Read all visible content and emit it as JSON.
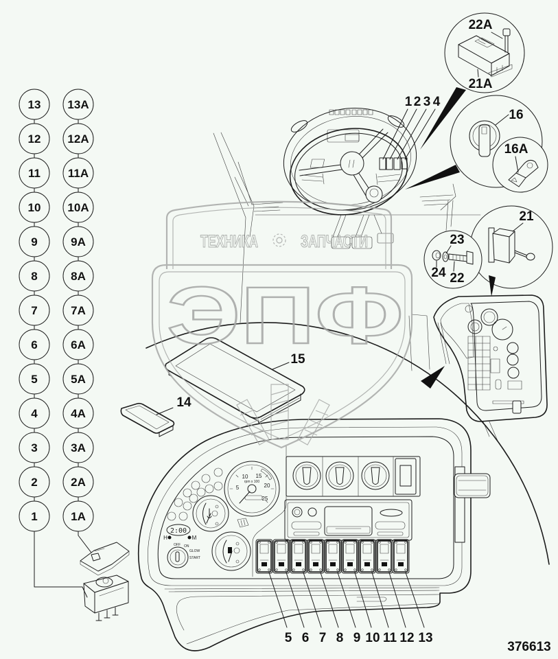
{
  "figure": {
    "reference_number": "376613"
  },
  "watermark": {
    "word_left": "ТЕХНИКА",
    "word_right": "ЗАПЧАСТИ",
    "logo_letters": "ЭПФ"
  },
  "callouts": {
    "column_switch_numbers": [
      "13",
      "12",
      "11",
      "10",
      "9",
      "8",
      "7",
      "6",
      "5",
      "4",
      "3",
      "2",
      "1"
    ],
    "column_switch_lens_numbers": [
      "13A",
      "12A",
      "11A",
      "10A",
      "9A",
      "8A",
      "7A",
      "6A",
      "5A",
      "4A",
      "3A",
      "2A",
      "1A"
    ],
    "steering_column_switches": [
      "1",
      "2",
      "3",
      "4"
    ],
    "dash_rocker_switches": [
      "5",
      "6",
      "7",
      "8",
      "9",
      "10",
      "11",
      "12",
      "13"
    ],
    "item_14": "14",
    "item_15": "15",
    "item_16": "16",
    "item_16A": "16A",
    "item_21": "21",
    "item_21A": "21A",
    "item_22": "22",
    "item_22A": "22A",
    "item_23": "23",
    "item_24": "24"
  },
  "dashboard": {
    "clock_display": "2:00",
    "clock_hour_button": "H",
    "clock_minute_button": "M",
    "ignition_positions": {
      "off": "OFF",
      "on": "ON",
      "glow": "GLOW",
      "start": "START"
    },
    "tachometer": {
      "scale": [
        "5",
        "10",
        "15",
        "20",
        "25"
      ],
      "unit": "rpm x 100"
    }
  },
  "colors": {
    "background": "#f4f9f4",
    "line": "#1c1c1c",
    "watermark": "#a7a9a7"
  }
}
